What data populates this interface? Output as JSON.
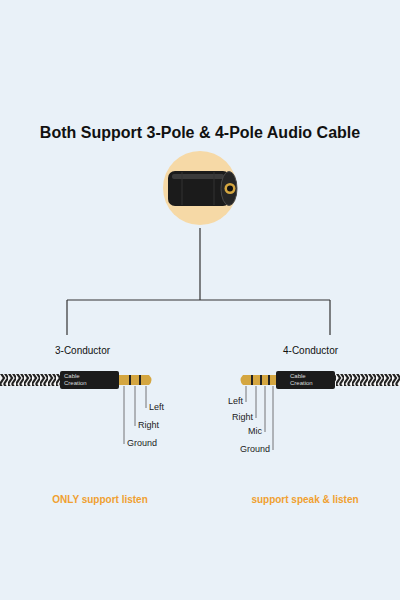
{
  "diagram": {
    "title": "Both Support 3-Pole & 4-Pole Audio Cable",
    "labels": [
      "3-Conductor",
      "Cable Creation",
      "Left",
      "Right",
      "Ground",
      "ONLY support listen",
      "4-Conductor",
      "Cable Creation",
      "Left",
      "Right",
      "Mic",
      "Ground",
      "support speak & listen"
    ]
  }
}
